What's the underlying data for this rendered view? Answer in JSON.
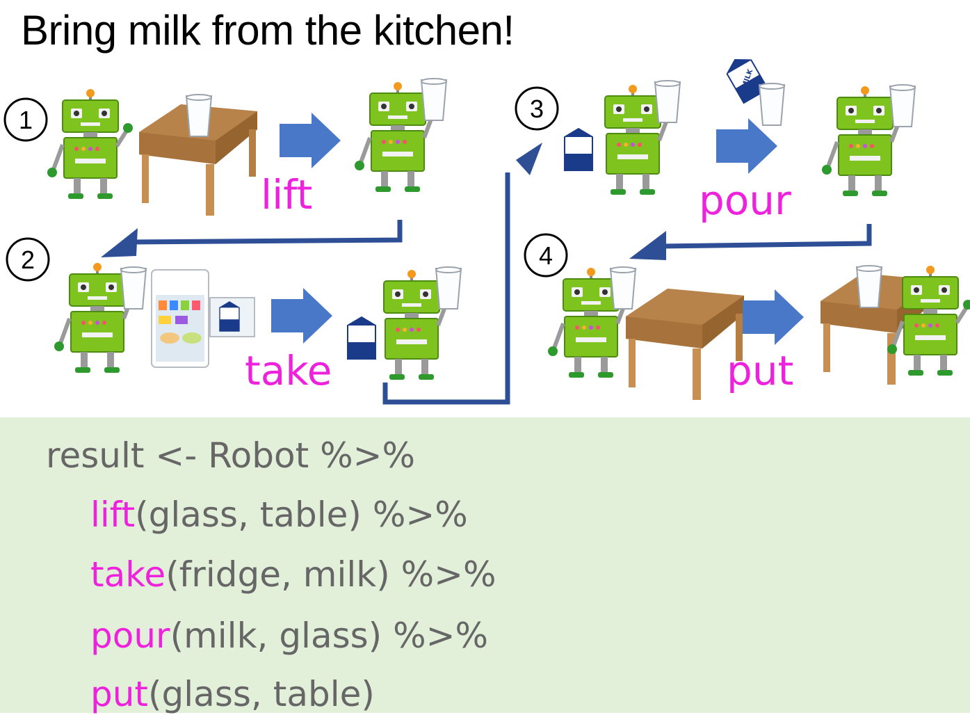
{
  "title": "Bring milk from the kitchen!",
  "steps": [
    {
      "number": "1",
      "action": "lift"
    },
    {
      "number": "2",
      "action": "take"
    },
    {
      "number": "3",
      "action": "pour"
    },
    {
      "number": "4",
      "action": "put"
    }
  ],
  "carton_label": "MILK",
  "colors": {
    "action_text": "#ee22dd",
    "flow_arrow": "#4a78c8",
    "connector_arrow": "#2e4f96",
    "code_background": "#e2efd9",
    "code_text": "#666666",
    "robot_body": "#7fc31f"
  },
  "code": {
    "line1": "result <- Robot %>%",
    "line2": {
      "fn": "lift",
      "args": "(glass, table) %>%"
    },
    "line3": {
      "fn": "take",
      "args": "(fridge, milk) %>%"
    },
    "line4": {
      "fn": "pour",
      "args": "(milk, glass) %>%"
    },
    "line5": {
      "fn": "put",
      "args": "(glass, table)"
    }
  }
}
